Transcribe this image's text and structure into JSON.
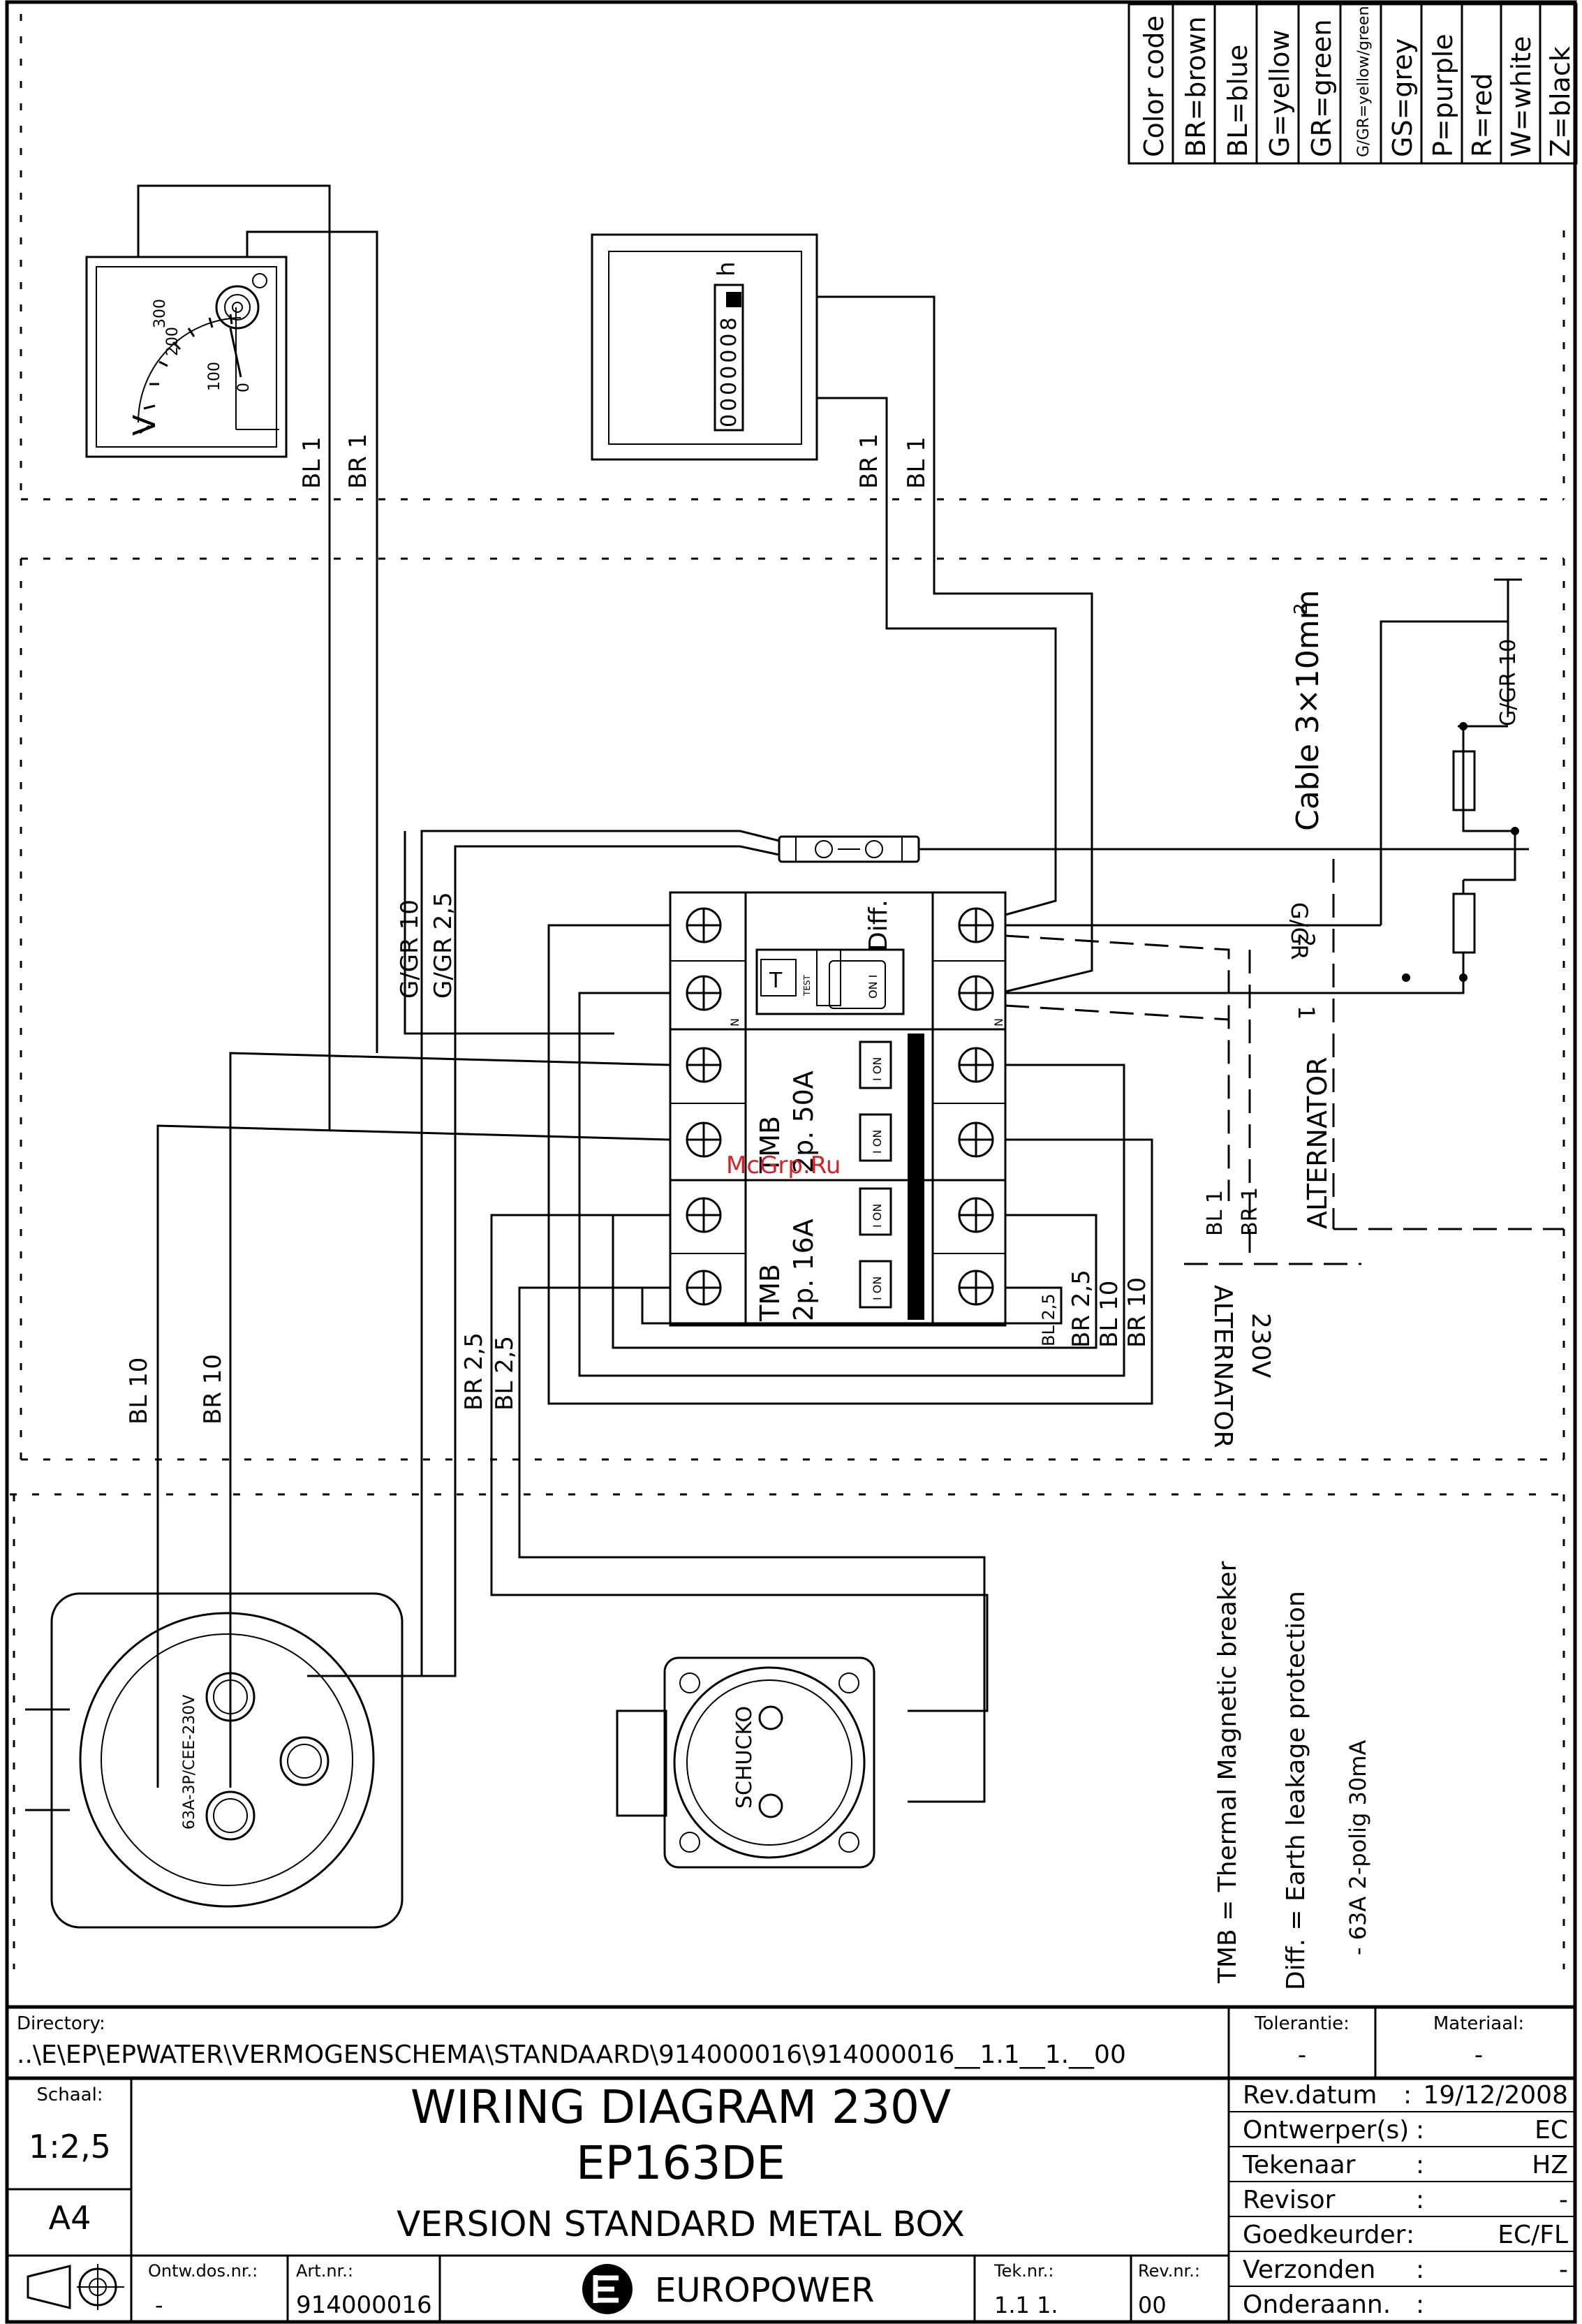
{
  "color_code": {
    "header": "Color code",
    "entries": [
      "BR=brown",
      "BL=blue",
      "G=yellow",
      "GR=green",
      "G/GR=yellow/green",
      "GS=grey",
      "P=purple",
      "R=red",
      "W=white",
      "Z=black"
    ]
  },
  "voltmeter": {
    "scale": [
      "300",
      "200",
      "100",
      "0"
    ],
    "unit": "V",
    "wires": [
      "BL 1",
      "BR 1"
    ]
  },
  "hour_meter": {
    "digits": "0000008",
    "unit": "h",
    "wires": [
      "BR 1",
      "BL 1"
    ]
  },
  "wires": {
    "ggr10": "G/GR 10",
    "ggr25": "G/GR 2,5",
    "bl10": "BL 10",
    "br10": "BR 10",
    "br25": "BR 2,5",
    "bl25": "BL 2,5",
    "br25_right": "BR 2,5",
    "bl25_right": "BL 2,5",
    "bl10_right": "BL 10",
    "br10_right": "BR 10",
    "alt_bl1": "BL 1",
    "alt_br1": "BR 1",
    "ggr": "G/GR",
    "ggr10_right": "G/GR 10",
    "term2": "2",
    "term1": "1"
  },
  "cable": "Cable 3×10mm",
  "cable_sup": "2",
  "alternator_label": "ALTERNATOR",
  "alternator_box": [
    "ALTERNATOR",
    "230V"
  ],
  "breakers": {
    "diff": "Diff.",
    "test_t": "T",
    "test_label": "TEST",
    "on_i": "ON I",
    "tmb50": [
      "TMB",
      "2p. 50A"
    ],
    "tmb16": [
      "TMB",
      "2p. 16A"
    ],
    "ion": "I ON",
    "n": "N"
  },
  "sockets": {
    "cee": "63A-3P/CEE-230V",
    "schuko": "SCHUCKO"
  },
  "watermark": "McGrp.Ru",
  "legend": [
    "TMB = Thermal Magnetic breaker",
    "Diff. = Earth leakage protection",
    "- 63A 2-polig 30mA"
  ],
  "title_block": {
    "directory_label": "Directory:",
    "directory": "..\\E\\EP\\EPWATER\\VERMOGENSCHEMA\\STANDAARD\\914000016\\914000016__1.1__1.__00",
    "tolerantie_label": "Tolerantie:",
    "tolerantie": "-",
    "materiaal_label": "Materiaal:",
    "materiaal": "-",
    "schaal_label": "Schaal:",
    "schaal": "1:2,5",
    "format": "A4",
    "title1": "WIRING DIAGRAM 230V",
    "title2": "EP163DE",
    "title3": "VERSION STANDARD METAL BOX",
    "ontw_label": "Ontw.dos.nr.:",
    "ontw": "-",
    "art_label": "Art.nr.:",
    "art": "914000016",
    "company": "EUROPOWER",
    "tek_label": "Tek.nr.:",
    "tek": "1.1 1.",
    "rev_label": "Rev.nr.:",
    "rev": "00",
    "rows": [
      {
        "label": "Rev.datum",
        "sep": ":",
        "value": "19/12/2008"
      },
      {
        "label": "Ontwerper(s)",
        "sep": ":",
        "value": "EC"
      },
      {
        "label": "Tekenaar",
        "sep": ":",
        "value": "HZ"
      },
      {
        "label": "Revisor",
        "sep": ":",
        "value": "-"
      },
      {
        "label": "Goedkeurder",
        "sep": ":",
        "value": "EC/FL"
      },
      {
        "label": "Verzonden",
        "sep": ":",
        "value": "-"
      },
      {
        "label": "Onderaann.",
        "sep": ":",
        "value": ""
      }
    ]
  }
}
